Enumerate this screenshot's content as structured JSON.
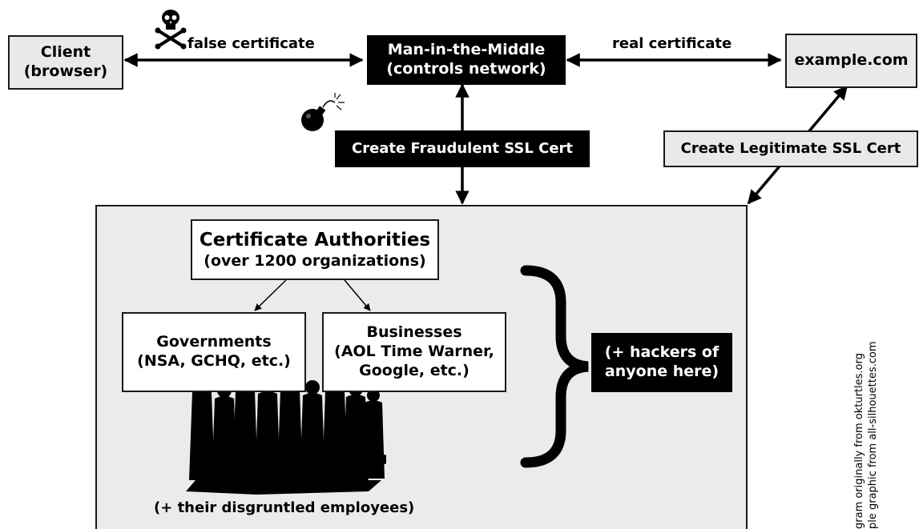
{
  "nodes": {
    "client": {
      "line1": "Client",
      "line2": "(browser)"
    },
    "mitm": {
      "line1": "Man-in-the-Middle",
      "line2": "(controls network)"
    },
    "site": {
      "line1": "example.com"
    },
    "fraud_cert": {
      "label": "Create Fraudulent SSL Cert"
    },
    "legit_cert": {
      "label": "Create Legitimate SSL Cert"
    },
    "ca": {
      "line1": "Certificate Authorities",
      "line2": "(over 1200 organizations)"
    },
    "gov": {
      "line1": "Governments",
      "line2": "(NSA, GCHQ, etc.)"
    },
    "biz": {
      "line1": "Businesses",
      "line2": "(AOL Time Warner,",
      "line3": "Google, etc.)"
    },
    "hackers": {
      "line1": "(+ hackers of",
      "line2": "anyone here)"
    },
    "employees": {
      "label": "(+ their disgruntled employees)"
    }
  },
  "edges": {
    "false_cert": "false certificate",
    "real_cert": "real certificate"
  },
  "icons": [
    "skull-crossbones-icon",
    "bomb-icon",
    "people-silhouette-icon"
  ],
  "credit": {
    "line1": "gram originally from okturtles.org",
    "line2": "ple graphic from all-silhouettes.com"
  }
}
